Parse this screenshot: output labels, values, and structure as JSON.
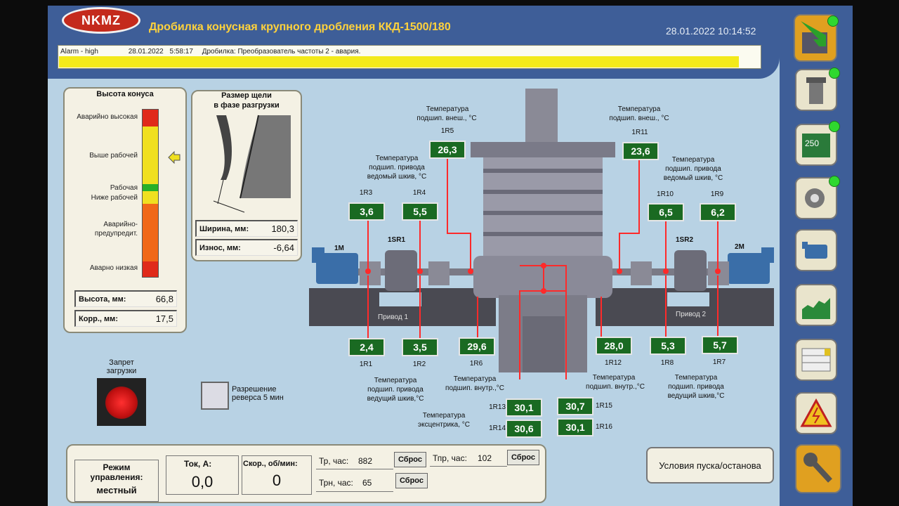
{
  "header": {
    "logo": "NKMZ",
    "title": "Дробилка конусная крупного дробления ККД-1500/180",
    "datetime": "28.01.2022 10:14:52"
  },
  "alarm": {
    "level": "Alarm - high",
    "date": "28.01.2022",
    "time": "5:58:17",
    "message": "Дробилка: Преобразователь частоты 2 - авария."
  },
  "cone_height": {
    "title": "Высота конуса",
    "levels": [
      "Аварийно высокая",
      "Выше рабочей",
      "Рабочая",
      "Ниже рабочей",
      "Аварийно-",
      "предупредит.",
      "Аварно низкая"
    ],
    "height_label": "Высота, мм:",
    "height_value": "66,8",
    "corr_label": "Корр., мм:",
    "corr_value": "17,5"
  },
  "gap": {
    "title_line1": "Размер щели",
    "title_line2": "в фазе разгрузки",
    "width_label": "Ширина, мм:",
    "width_value": "180,3",
    "wear_label": "Износ, мм:",
    "wear_value": "-6,64"
  },
  "load_ban": {
    "line1": "Запрет",
    "line2": "загрузки"
  },
  "reverse": {
    "line1": "Разрешение",
    "line2": "реверса 5 мин"
  },
  "labels": {
    "outer_temp_left_1": "Температура",
    "outer_temp_left_2": "подшип. внеш., °С",
    "outer_temp_right_1": "Температура",
    "outer_temp_right_2": "подшип. внеш., °С",
    "driven_left_1": "Температура",
    "driven_left_2": "подшип. привода",
    "driven_left_3": "ведомый шкив, °С",
    "driven_right_1": "Температура",
    "driven_right_2": "подшип. привода",
    "driven_right_3": "ведомый шкив, °С",
    "driving_left_1": "Температура",
    "driving_left_2": "подшип. привода",
    "driving_left_3": "ведущий шкив,°С",
    "inner_left_1": "Температура",
    "inner_left_2": "подшип. внутр.,°С",
    "inner_right_1": "Температура",
    "inner_right_2": "подшип. внутр.,°С",
    "driving_right_1": "Температура",
    "driving_right_2": "подшип. привода",
    "driving_right_3": "ведущий шкив,°С",
    "ecc_1": "Температура",
    "ecc_2": "эксцентрика, °С",
    "motor1": "1M",
    "motor2": "2M",
    "sr1": "1SR1",
    "sr2": "1SR2",
    "drive1": "Привод 1",
    "drive2": "Привод 2"
  },
  "sensors": [
    {
      "tag": "1R5",
      "value": "26,3"
    },
    {
      "tag": "1R11",
      "value": "23,6"
    },
    {
      "tag": "1R3",
      "value": "3,6"
    },
    {
      "tag": "1R4",
      "value": "5,5"
    },
    {
      "tag": "1R10",
      "value": "6,5"
    },
    {
      "tag": "1R9",
      "value": "6,2"
    },
    {
      "tag": "1R1",
      "value": "2,4"
    },
    {
      "tag": "1R2",
      "value": "3,5"
    },
    {
      "tag": "1R6",
      "value": "29,6"
    },
    {
      "tag": "1R12",
      "value": "28,0"
    },
    {
      "tag": "1R8",
      "value": "5,3"
    },
    {
      "tag": "1R7",
      "value": "5,7"
    },
    {
      "tag": "1R13",
      "value": "30,1"
    },
    {
      "tag": "1R14",
      "value": "30,6"
    },
    {
      "tag": "1R15",
      "value": "30,7"
    },
    {
      "tag": "1R16",
      "value": "30,1"
    }
  ],
  "bottom": {
    "mode_label_1": "Режим",
    "mode_label_2": "управления:",
    "mode_value": "местный",
    "current_label": "Ток, А:",
    "current_value": "0,0",
    "speed_label": "Скор., об/мин:",
    "speed_value": "0",
    "tr_label": "Тр, час:",
    "tr_value": "882",
    "tpr_label": "Тпр, час:",
    "tpr_value": "102",
    "trn_label": "Трн, час:",
    "trn_value": "65",
    "reset_label": "Сброс",
    "start_stop": "Условия пуска/останова"
  },
  "sidebar_icons": [
    "home-arrow-icon",
    "crusher-icon",
    "gauge-250-icon",
    "gear-icon",
    "motor-icon",
    "trend-chart-icon",
    "table-icon",
    "high-voltage-icon",
    "wrench-icon"
  ]
}
